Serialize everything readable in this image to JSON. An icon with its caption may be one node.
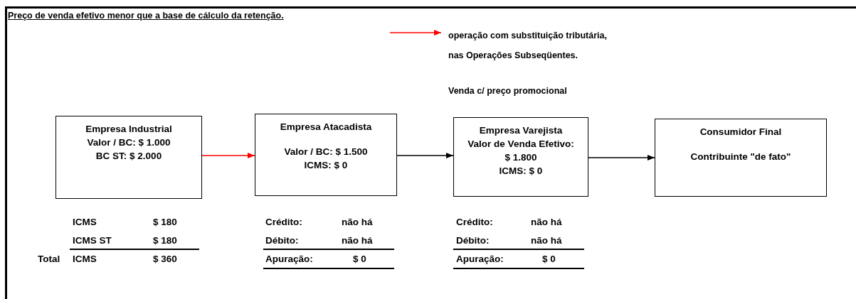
{
  "diagram": {
    "title": "Preço de venda efetivo menor que a base de cálculo da retenção.",
    "nodes": [
      {
        "text": [
          "Empresa Industrial",
          "Valor / BC: $ 1.000",
          "BC ST:  $ 2.000"
        ]
      },
      {
        "text": [
          "Empresa Atacadista",
          "Valor / BC: $ 1.500",
          "ICMS: $ 0"
        ]
      },
      {
        "text": [
          "Empresa Varejista",
          "Valor de Venda Efetivo: $ 1.800",
          "ICMS: $ 0"
        ]
      },
      {
        "text": [
          "Consumidor Final",
          "Contribuinte \"de fato\""
        ]
      }
    ],
    "edges": [
      {
        "from": 0,
        "to": 1,
        "arrow": "to",
        "color": "#ff0000"
      },
      {
        "from": 1,
        "to": 2,
        "arrow": "to"
      },
      {
        "from": 2,
        "to": 3,
        "arrow": "to"
      }
    ],
    "labels": [
      "Venda c/ preço promocional",
      "ICMS",
      "$ 180",
      "Crédito:",
      "não há",
      "Crédito:",
      "não há",
      "ICMS ST",
      "$ 180",
      "Débito:",
      "não há",
      "Débito:",
      "não há",
      "Total",
      "ICMS",
      "$ 360",
      "Apuração:",
      "$ 0",
      "Apuração:",
      "$ 0"
    ],
    "legend": [
      {
        "text": "operação com substituição tributária, nas Operações Subseqüentes."
      }
    ]
  }
}
